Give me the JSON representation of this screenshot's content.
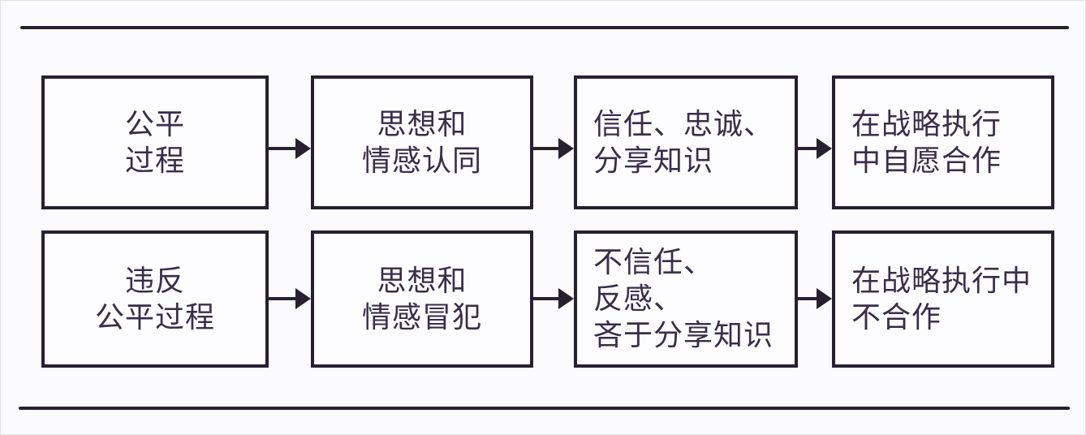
{
  "colors": {
    "background": "#fbfafd",
    "ink_line": "#262031",
    "ink_text": "#382e4a"
  },
  "rows": [
    {
      "boxes": [
        {
          "lines": [
            "公平",
            "过程"
          ]
        },
        {
          "lines": [
            "思想和",
            "情感认同"
          ]
        },
        {
          "lines": [
            "信任、忠诚、",
            "分享知识"
          ]
        },
        {
          "lines": [
            "在战略执行",
            "中自愿合作"
          ]
        }
      ]
    },
    {
      "boxes": [
        {
          "lines": [
            "违反",
            "公平过程"
          ]
        },
        {
          "lines": [
            "思想和",
            "情感冒犯"
          ]
        },
        {
          "lines": [
            "不信任、",
            "反感、",
            "吝于分享知识"
          ]
        },
        {
          "lines": [
            "在战略执行中",
            "不合作"
          ]
        }
      ]
    }
  ]
}
